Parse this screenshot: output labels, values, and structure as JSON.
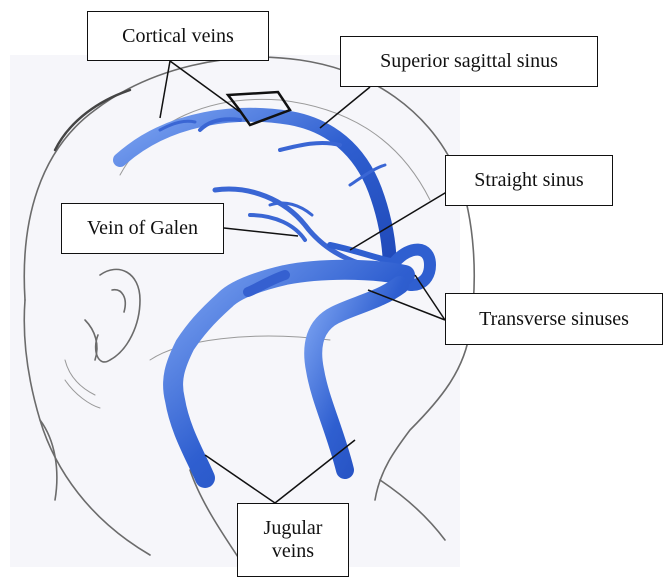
{
  "labels": {
    "cortical_veins": "Cortical veins",
    "superior_sagittal_sinus": "Superior sagittal sinus",
    "straight_sinus": "Straight sinus",
    "vein_of_galen": "Vein of Galen",
    "transverse_sinuses": "Transverse sinuses",
    "jugular_veins_line1": "Jugular",
    "jugular_veins_line2": "veins"
  },
  "colors": {
    "vein_blue": "#2f5fd0",
    "vein_light": "#6f9af0",
    "outline_gray": "#777777",
    "background": "#f7f7fb"
  }
}
